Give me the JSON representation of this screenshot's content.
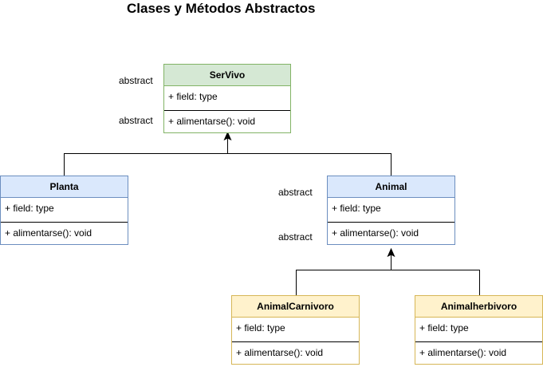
{
  "diagram": {
    "title": "Clases y Métodos Abstractos",
    "colors": {
      "green_fill": "#d5e8d4",
      "green_border": "#82b366",
      "blue_fill": "#dae8fc",
      "blue_border": "#6c8ebf",
      "yellow_fill": "#fff2cc",
      "yellow_border": "#d6b656",
      "line": "#000000"
    },
    "classes": [
      {
        "name": "SerVivo",
        "field": "+ field: type",
        "method": "+ alimentarse(): void",
        "color": "green"
      },
      {
        "name": "Planta",
        "field": "+ field: type",
        "method": "+ alimentarse(): void",
        "color": "blue"
      },
      {
        "name": "Animal",
        "field": "+ field: type",
        "method": "+ alimentarse(): void",
        "color": "blue"
      },
      {
        "name": "AnimalCarnivoro",
        "field": "+ field: type",
        "method": "+ alimentarse(): void",
        "color": "yellow"
      },
      {
        "name": "Animalherbivoro",
        "field": "+ field: type",
        "method": "+ alimentarse(): void",
        "color": "yellow"
      }
    ],
    "stereotypes": {
      "servivo_class": "abstract",
      "servivo_method": "abstract",
      "animal_class": "abstract",
      "animal_method": "abstract"
    },
    "inheritance": [
      {
        "child": "Planta",
        "parent": "SerVivo"
      },
      {
        "child": "Animal",
        "parent": "SerVivo"
      },
      {
        "child": "AnimalCarnivoro",
        "parent": "Animal"
      },
      {
        "child": "Animalherbivoro",
        "parent": "Animal"
      }
    ]
  }
}
